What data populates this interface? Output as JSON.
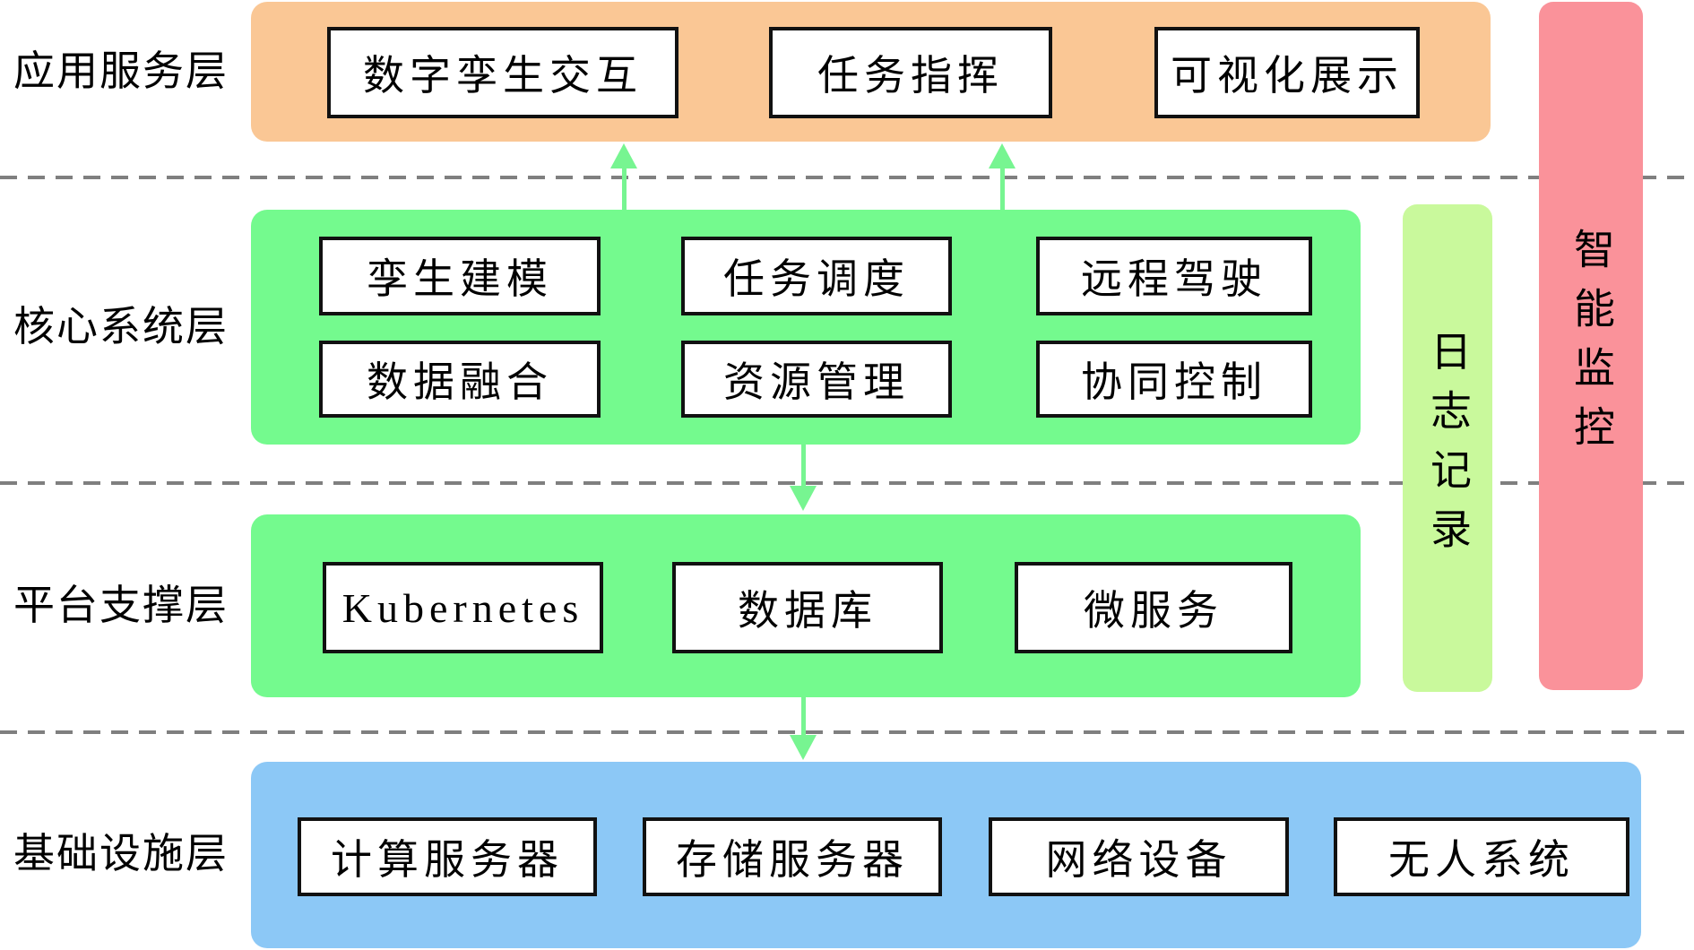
{
  "diagram": {
    "title": "layered-system-architecture",
    "layers": [
      {
        "id": "app",
        "label": "应用服务层",
        "boxes": [
          "数字孪生交互",
          "任务指挥",
          "可视化展示"
        ]
      },
      {
        "id": "core",
        "label": "核心系统层",
        "boxes": [
          "孪生建模",
          "任务调度",
          "远程驾驶",
          "数据融合",
          "资源管理",
          "协同控制"
        ]
      },
      {
        "id": "platform",
        "label": "平台支撑层",
        "boxes": [
          "Kubernetes",
          "数据库",
          "微服务"
        ]
      },
      {
        "id": "infra",
        "label": "基础设施层",
        "boxes": [
          "计算服务器",
          "存储服务器",
          "网络设备",
          "无人系统"
        ]
      }
    ],
    "side_bars": [
      {
        "id": "log",
        "label": "日志记录"
      },
      {
        "id": "monitor",
        "label": "智能监控"
      }
    ],
    "colors": {
      "app_band": "#FAC795",
      "core_band": "#74FA8E",
      "platform_band": "#74FA8E",
      "infra_band": "#8CC8F6",
      "log_bar": "#C9F99C",
      "monitor_bar": "#FA929A",
      "arrow": "#77F591",
      "separator": "#7F7F7F",
      "box_border": "#111111",
      "box_fill": "#FFFFFF"
    }
  }
}
